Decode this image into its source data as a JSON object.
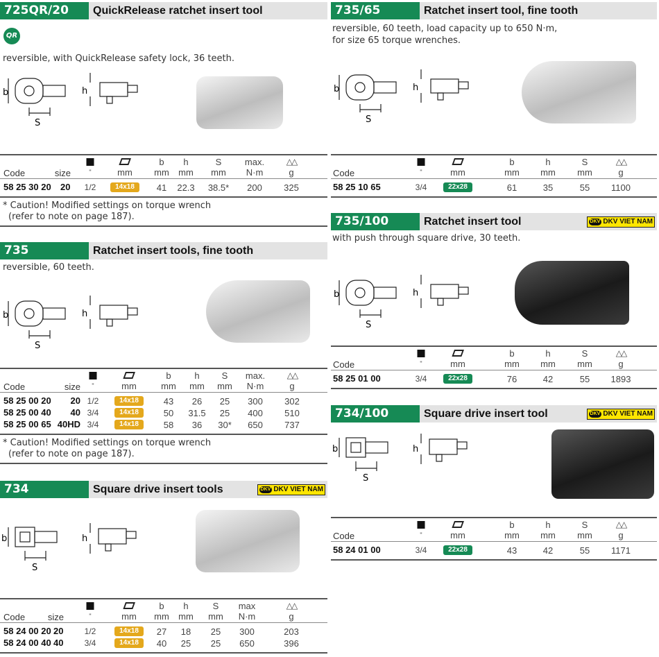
{
  "colors": {
    "green": "#168a55",
    "gold": "#e4a81c",
    "grey_bar": "#e3e3e3",
    "dkv_yellow": "#ffe600"
  },
  "dkv_badge": {
    "logo": "DKV",
    "label": "DKV VIET NAM"
  },
  "dims": {
    "b": "b",
    "h": "h",
    "s": "S"
  },
  "headers": {
    "code": "Code",
    "size": "size",
    "drive_unit": "\"",
    "insert_unit": "mm",
    "b": [
      "b",
      "mm"
    ],
    "h": [
      "h",
      "mm"
    ],
    "s": [
      "S",
      "mm"
    ],
    "max": [
      "max.",
      "N·m"
    ],
    "max_noDot": [
      "max",
      "N·m"
    ],
    "g": "g",
    "square_icon": "square-drive-icon",
    "insert_icon": "insert-tool-icon",
    "weight_icon": "scale-icon"
  },
  "footnote": {
    "line1": "* Caution! Modified settings on torque wrench",
    "line2": "(refer to note on page 187)."
  },
  "s725qr": {
    "number": "725QR/20",
    "title": "QuickRelease ratchet insert tool",
    "qr": "QR",
    "desc": "reversible, with QuickRelease safety lock, 36 teeth.",
    "rows": [
      {
        "code": "58 25 30 20",
        "size": "20",
        "drive": "1/2",
        "insert": "14x18",
        "b": "41",
        "h": "22.3",
        "s": "38.5*",
        "max": "200",
        "g": "325"
      }
    ]
  },
  "s735": {
    "number": "735",
    "title": "Ratchet insert tools, fine tooth",
    "desc": "reversible, 60 teeth.",
    "rows": [
      {
        "code": "58 25 00 20",
        "size": "20",
        "drive": "1/2",
        "insert": "14x18",
        "b": "43",
        "h": "26",
        "s": "25",
        "max": "300",
        "g": "302"
      },
      {
        "code": "58 25 00 40",
        "size": "40",
        "drive": "3/4",
        "insert": "14x18",
        "b": "50",
        "h": "31.5",
        "s": "25",
        "max": "400",
        "g": "510"
      },
      {
        "code": "58 25 00 65",
        "size": "40HD",
        "drive": "3/4",
        "insert": "14x18",
        "b": "58",
        "h": "36",
        "s": "30*",
        "max": "650",
        "g": "737"
      }
    ]
  },
  "s734": {
    "number": "734",
    "title": "Square drive insert tools",
    "rows": [
      {
        "code": "58 24 00 20",
        "size": "20",
        "drive": "1/2",
        "insert": "14x18",
        "b": "27",
        "h": "18",
        "s": "25",
        "max": "300",
        "g": "203"
      },
      {
        "code": "58 24 00 40",
        "size": "40",
        "drive": "3/4",
        "insert": "14x18",
        "b": "40",
        "h": "25",
        "s": "25",
        "max": "650",
        "g": "396"
      }
    ]
  },
  "s735_65": {
    "number": "735/65",
    "title": "Ratchet insert tool, fine tooth",
    "desc1": "reversible, 60 teeth, load capacity up to 650 N·m,",
    "desc2": "for size 65 torque wrenches.",
    "rows": [
      {
        "code": "58 25 10 65",
        "drive": "3/4",
        "insert": "22x28",
        "b": "61",
        "h": "35",
        "s": "55",
        "g": "1100"
      }
    ]
  },
  "s735_100": {
    "number": "735/100",
    "title": "Ratchet insert tool",
    "desc": "with push through square drive, 30 teeth.",
    "rows": [
      {
        "code": "58 25 01 00",
        "drive": "3/4",
        "insert": "22x28",
        "b": "76",
        "h": "42",
        "s": "55",
        "g": "1893"
      }
    ]
  },
  "s734_100": {
    "number": "734/100",
    "title": "Square drive insert tool",
    "rows": [
      {
        "code": "58 24 01 00",
        "drive": "3/4",
        "insert": "22x28",
        "b": "43",
        "h": "42",
        "s": "55",
        "g": "1171"
      }
    ]
  }
}
